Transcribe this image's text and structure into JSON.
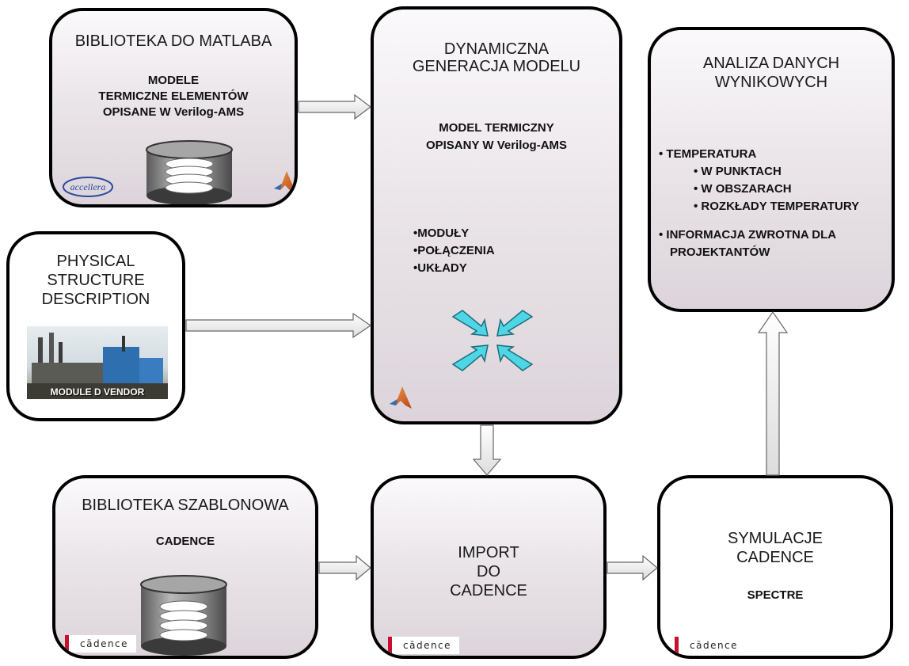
{
  "matlab_box": {
    "title": "BIBLIOTEKA DO MATLABA",
    "line1": "MODELE",
    "line2": "TERMICZNE ELEMENTÓW",
    "line3": "OPISANE  W Verilog-AMS",
    "accellera_logo": "accellera"
  },
  "dynamic_box": {
    "title1": "DYNAMICZNA",
    "title2": "GENERACJA  MODELU",
    "model1": "MODEL TERMICZNY",
    "model2": "OPISANY W Verilog-AMS",
    "items": [
      "•MODUŁY",
      "•POŁĄCZENIA",
      "•UKŁADY"
    ]
  },
  "analysis_box": {
    "title1": "ANALIZA DANYCH",
    "title2": "WYNIKOWYCH",
    "bullet1": "•  TEMPERATURA",
    "sub1": "•  W PUNKTACH",
    "sub2": "•  W OBSZARACH",
    "sub3": "•  ROZKŁADY TEMPERATURY",
    "bullet2a": "•  INFORMACJA ZWROTNA DLA",
    "bullet2b": "PROJEKTANTÓW"
  },
  "physical_box": {
    "line1": "PHYSICAL",
    "line2": "STRUCTURE",
    "line3": "DESCRIPTION",
    "photo_caption": "MODULE D VENDOR"
  },
  "template_box": {
    "title": "BIBLIOTEKA SZABLONOWA",
    "sub": "CADENCE"
  },
  "import_box": {
    "line1": "IMPORT",
    "line2": "DO",
    "line3": "CADENCE"
  },
  "simulation_box": {
    "line1": "SYMULACJE",
    "line2": "CADENCE",
    "sub": "SPECTRE"
  },
  "cadence_logo": "cādence",
  "icons": {
    "database": "database-icon",
    "matlab": "matlab-logo-icon",
    "converge": "converging-arrows-icon"
  },
  "colors": {
    "border": "#000000",
    "box_fill_top": "#fbf9fb",
    "box_fill_bottom": "#dcd4da",
    "arrows_cyan": "#4fd6e6",
    "cadence_red": "#c8102e",
    "accellera_blue": "#2a4aa0"
  }
}
